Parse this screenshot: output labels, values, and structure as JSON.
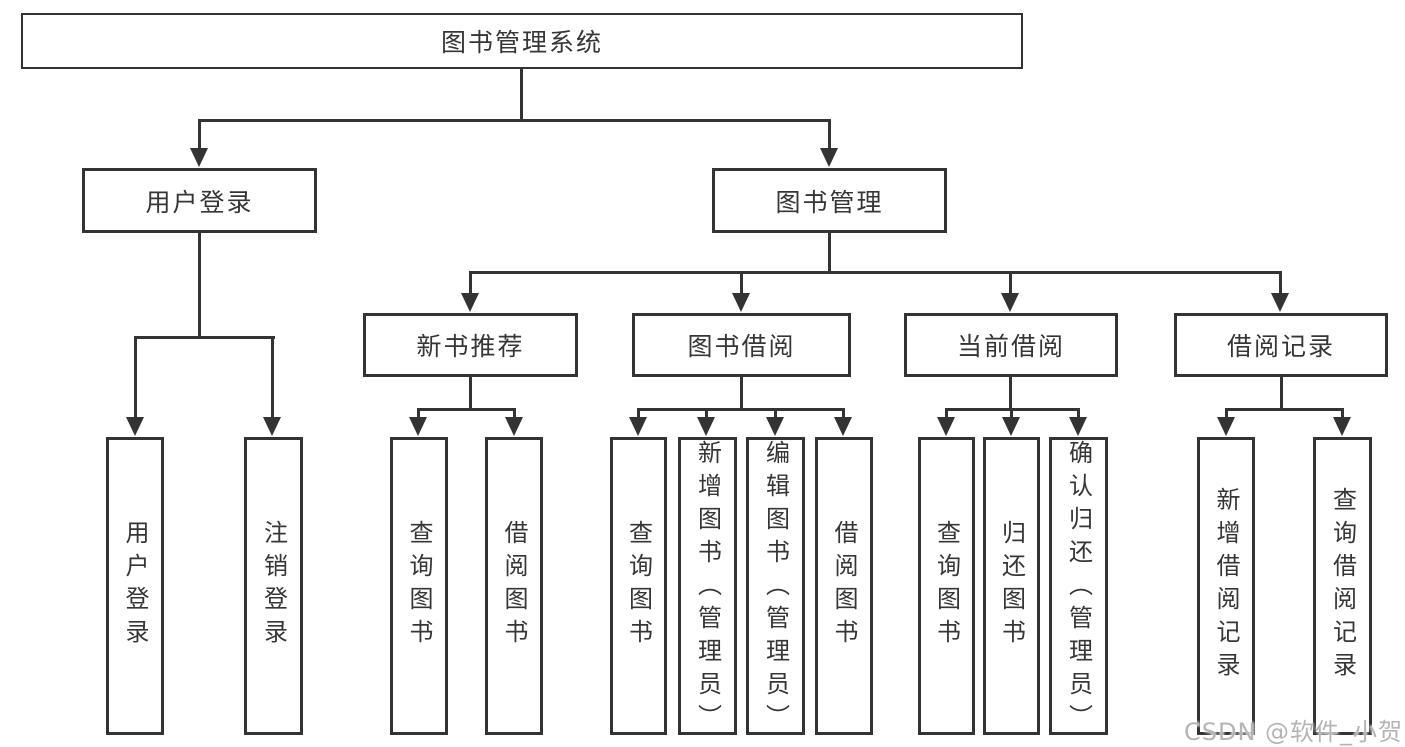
{
  "tree": {
    "root": {
      "label": "图书管理系统"
    },
    "branches": [
      {
        "label": "用户登录",
        "children": [
          {
            "label": "用户登录"
          },
          {
            "label": "注销登录"
          }
        ]
      },
      {
        "label": "图书管理",
        "children": [
          {
            "label": "新书推荐",
            "children": [
              {
                "label": "查询图书"
              },
              {
                "label": "借阅图书"
              }
            ]
          },
          {
            "label": "图书借阅",
            "children": [
              {
                "label": "查询图书"
              },
              {
                "label": "新增图书（管理员）"
              },
              {
                "label": "编辑图书（管理员）"
              },
              {
                "label": "借阅图书"
              }
            ]
          },
          {
            "label": "当前借阅",
            "children": [
              {
                "label": "查询图书"
              },
              {
                "label": "归还图书"
              },
              {
                "label": "确认归还（管理员）"
              }
            ]
          },
          {
            "label": "借阅记录",
            "children": [
              {
                "label": "新增借阅记录"
              },
              {
                "label": "查询借阅记录"
              }
            ]
          }
        ]
      }
    ]
  },
  "watermark": {
    "text": "CSDN @软件_小贺同学"
  },
  "colors": {
    "line": "#333333",
    "text": "#363636",
    "watermark": "#b5b5b5",
    "background": "#ffffff"
  }
}
